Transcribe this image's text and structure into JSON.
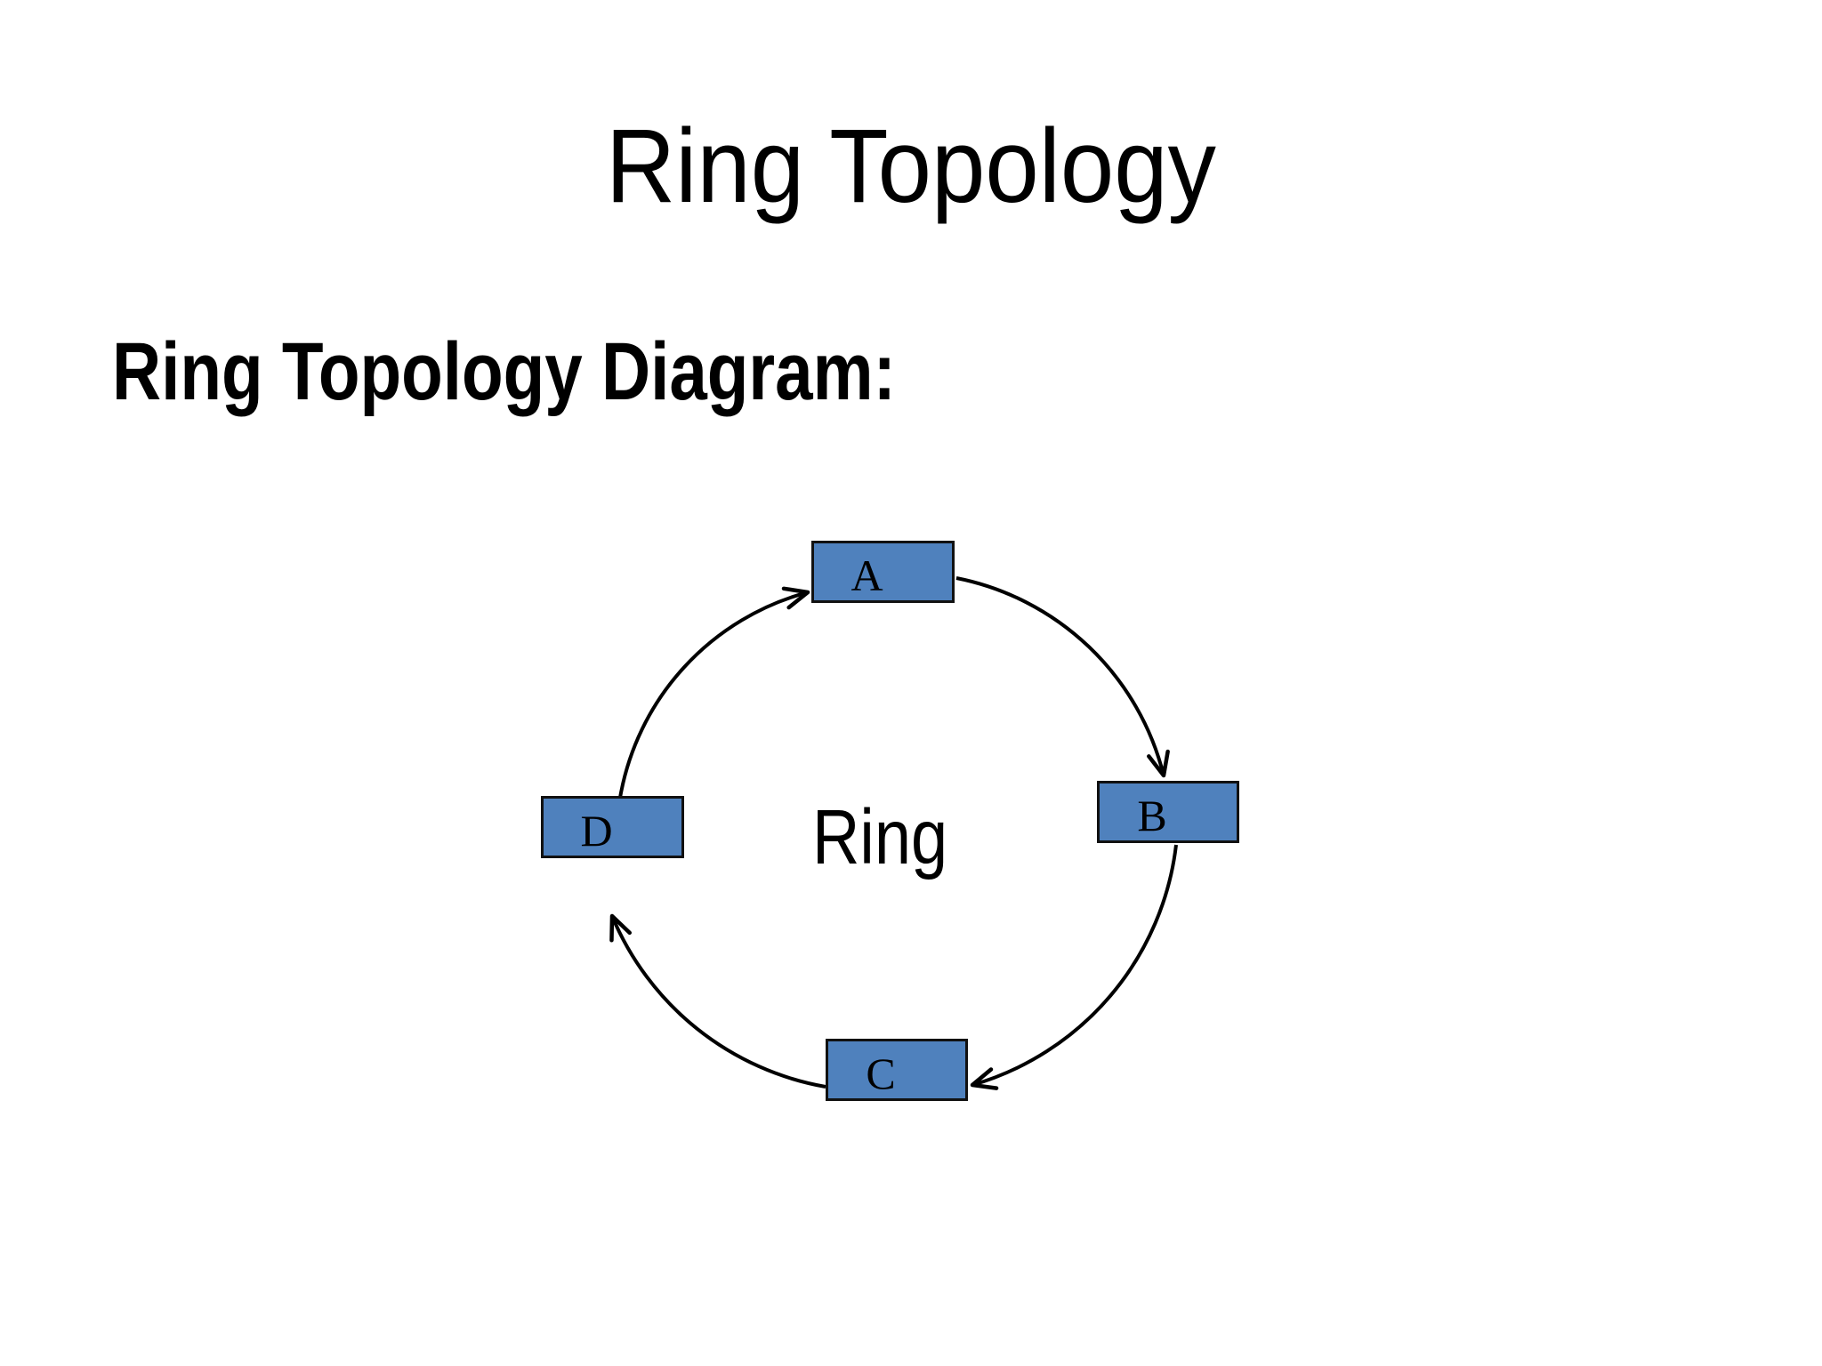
{
  "slide": {
    "title": "Ring Topology",
    "heading": "Ring Topology Diagram:"
  },
  "diagram": {
    "center_label": "Ring",
    "nodes": [
      {
        "label": "A"
      },
      {
        "label": "B"
      },
      {
        "label": "C"
      },
      {
        "label": "D"
      }
    ],
    "connections": [
      {
        "from": "A",
        "to": "B"
      },
      {
        "from": "B",
        "to": "C"
      },
      {
        "from": "C",
        "to": "D"
      },
      {
        "from": "D",
        "to": "A"
      }
    ],
    "colors": {
      "node_fill": "#4F81BD",
      "node_border": "#111111",
      "connector": "#000000",
      "text": "#000000",
      "background": "#FFFFFF"
    }
  }
}
